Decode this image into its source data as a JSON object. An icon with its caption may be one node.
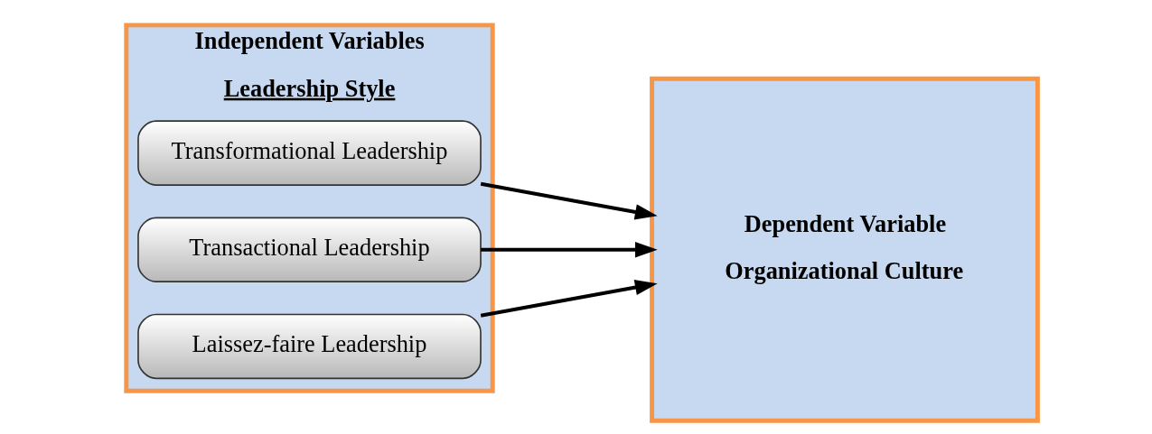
{
  "diagram": {
    "nodes": [
      {
        "text": [
          "Independent Variables",
          "Leadership Style"
        ]
      },
      {
        "text": [
          "Transformational Leadership"
        ],
        "in": 0
      },
      {
        "text": [
          "Transactional Leadership"
        ],
        "in": 0
      },
      {
        "text": [
          "Laissez-faire Leadership"
        ],
        "in": 0
      },
      {
        "text": [
          "Dependent Variable",
          "Organizational Culture"
        ]
      }
    ],
    "edges": [
      {
        "from": 1,
        "to": 4,
        "arrow": "to"
      },
      {
        "from": 2,
        "to": 4,
        "arrow": "to"
      },
      {
        "from": 3,
        "to": 4,
        "arrow": "to"
      }
    ]
  }
}
